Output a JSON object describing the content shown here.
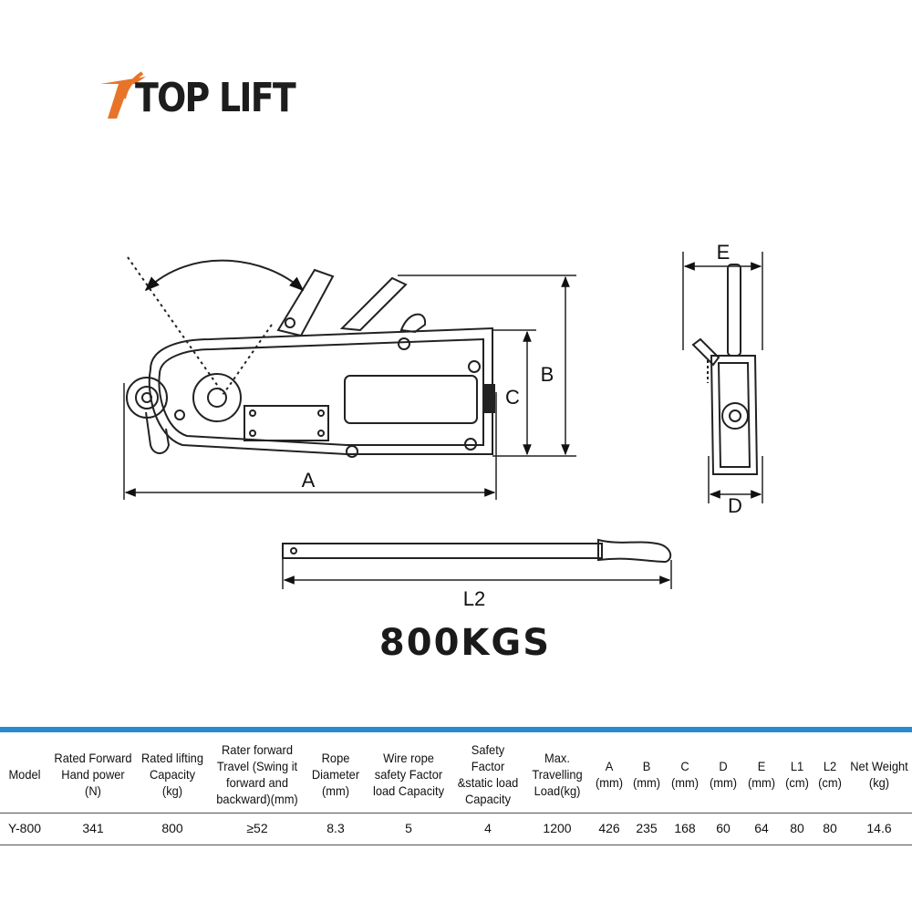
{
  "brand": {
    "logo_text": "TOP LIFT",
    "accent_color": "#e8742a",
    "text_color": "#1d1d1d"
  },
  "diagram": {
    "dimension_labels": {
      "a": "A",
      "b": "B",
      "c": "C",
      "d": "D",
      "e": "E",
      "l2": "L2"
    },
    "capacity_label": "800KGS"
  },
  "spec_table": {
    "header_color": "#2a8ad0",
    "columns": [
      "Model",
      "Rated Forward Hand power (N)",
      "Rated lifting Capacity (kg)",
      "Rater forward Travel (Swing it forward and backward)(mm)",
      "Rope Diameter (mm)",
      "Wire rope safety Factor load Capacity",
      "Safety Factor &static load Capacity",
      "Max. Travelling Load(kg)",
      "A (mm)",
      "B (mm)",
      "C (mm)",
      "D (mm)",
      "E (mm)",
      "L1 (cm)",
      "L2 (cm)",
      "Net Weight (kg)"
    ],
    "rows": [
      [
        "Y-800",
        "341",
        "800",
        "≥52",
        "8.3",
        "5",
        "4",
        "1200",
        "426",
        "235",
        "168",
        "60",
        "64",
        "80",
        "80",
        "14.6"
      ]
    ]
  }
}
